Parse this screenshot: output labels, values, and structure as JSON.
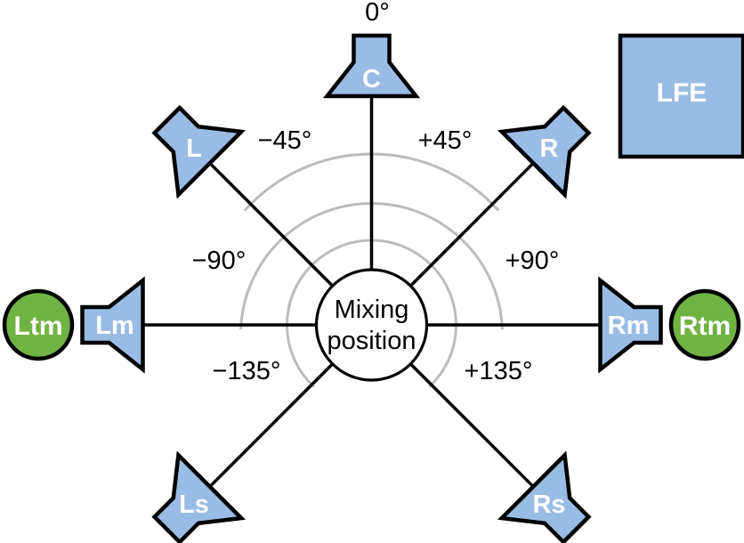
{
  "colors": {
    "background": "#ffffff",
    "speaker_fill": "#99bce4",
    "top_speaker_fill": "#70b344",
    "outline": "#000000",
    "arc_gray": "#bcbcbc",
    "speaker_label_text": "#ffffff",
    "angle_label_text": "#000000"
  },
  "center_label": {
    "line1": "Mixing",
    "line2": "position"
  },
  "speakers": [
    {
      "id": "C",
      "label": "C",
      "angle_label": "0°"
    },
    {
      "id": "L",
      "label": "L",
      "angle_label": "−45°"
    },
    {
      "id": "R",
      "label": "R",
      "angle_label": "+45°"
    },
    {
      "id": "Lm",
      "label": "Lm",
      "angle_label": "−90°"
    },
    {
      "id": "Rm",
      "label": "Rm",
      "angle_label": "+90°"
    },
    {
      "id": "Ls",
      "label": "Ls",
      "angle_label": "−135°"
    },
    {
      "id": "Rs",
      "label": "Rs",
      "angle_label": "+135°"
    }
  ],
  "top_speakers": [
    {
      "id": "Ltm",
      "label": "Ltm"
    },
    {
      "id": "Rtm",
      "label": "Rtm"
    }
  ],
  "lfe": {
    "label": "LFE"
  }
}
